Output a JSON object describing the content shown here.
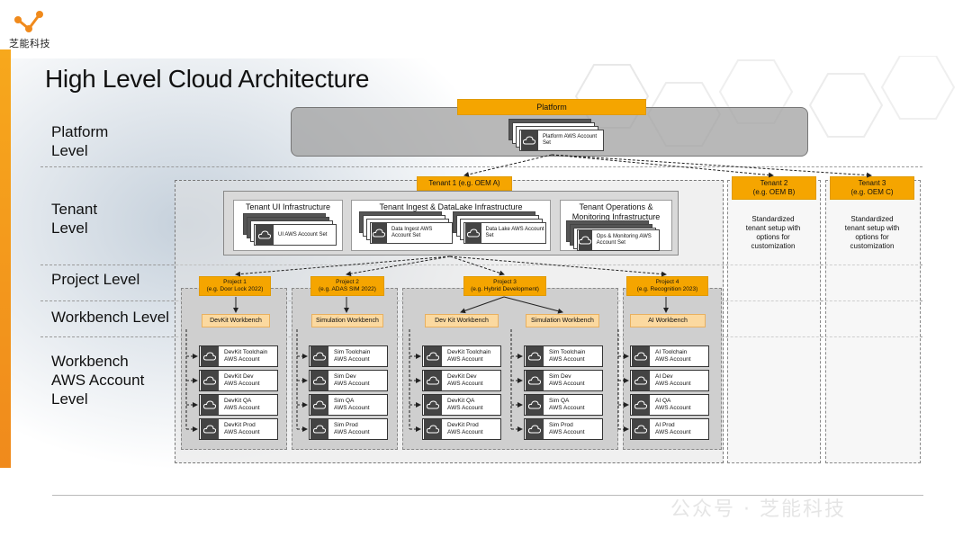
{
  "brand": {
    "logo_text": "芝能科技",
    "accent": "#f5a500"
  },
  "slide": {
    "title": "High Level Cloud Architecture"
  },
  "levels": {
    "platform": "Platform Level",
    "tenant": "Tenant Level",
    "project": "Project Level",
    "workbench": "Workbench Level",
    "account": "Workbench AWS Account Level"
  },
  "platform": {
    "header": "Platform",
    "account": "Platform AWS Account Set"
  },
  "tenants": {
    "t1": "Tenant 1 (e.g. OEM A)",
    "t2_line1": "Tenant 2",
    "t2_line2": "(e.g. OEM B)",
    "t3_line1": "Tenant 3",
    "t3_line2": "(e.g. OEM C)",
    "t2_desc": "Standardized tenant setup with options for customization",
    "t3_desc": "Standardized tenant setup with options for customization"
  },
  "infra": {
    "ui_title": "Tenant UI Infrastructure",
    "ui_account": "UI AWS Account Set",
    "ingest_title": "Tenant Ingest & DataLake Infrastructure",
    "ingest_account": "Data Ingest AWS Account Set",
    "datalake_account": "Data Lake AWS Account Set",
    "ops_title": "Tenant Operations & Monitoring Infrastructure",
    "ops_account": "Ops & Monitoring AWS Account Set"
  },
  "projects": [
    {
      "line1": "Project 1",
      "line2": "(e.g. Door Lock 2022)"
    },
    {
      "line1": "Project 2",
      "line2": "(e.g. ADAS SIM 2022)"
    },
    {
      "line1": "Project 3",
      "line2": "(e.g. Hybrid Development)"
    },
    {
      "line1": "Project 4",
      "line2": "(e.g. Recognition 2023)"
    }
  ],
  "workbenches": [
    "DevKit Workbench",
    "Simulation Workbench",
    "Dev Kit Workbench",
    "Simulation Workbench",
    "AI Workbench"
  ],
  "accounts": {
    "devkit": [
      "DevKit Toolchain",
      "DevKit Dev",
      "DevKit QA",
      "DevKit Prod"
    ],
    "sim": [
      "Sim Toolchain",
      "Sim Dev",
      "Sim QA",
      "Sim Prod"
    ],
    "ai": [
      "AI Toolchain",
      "AI Dev",
      "AI QA",
      "AI Prod"
    ],
    "suffix": "AWS Account"
  },
  "watermark": "公众号 · 芝能科技"
}
